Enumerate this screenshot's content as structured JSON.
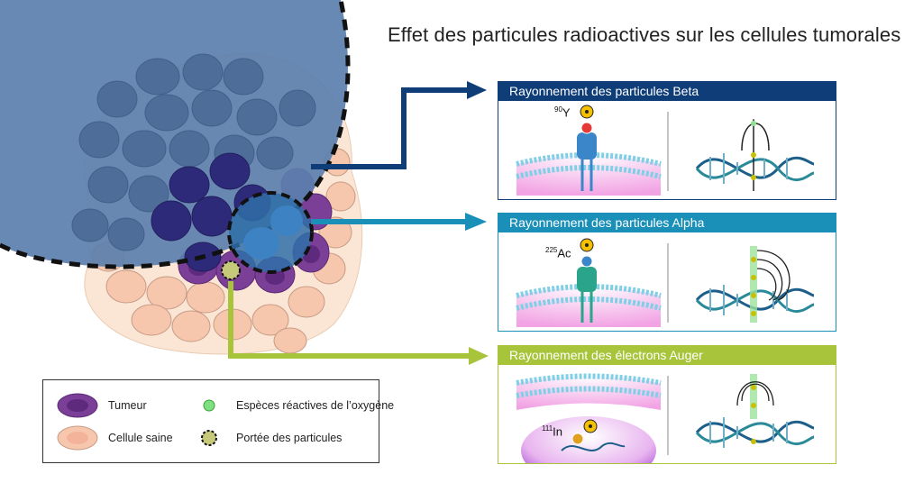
{
  "title": "Effet des particules radioactives sur les cellules tumorales",
  "colors": {
    "beta": "#0f3d78",
    "alpha": "#1a8fb8",
    "auger": "#a8c43a",
    "tumor": "#7b3f97",
    "healthy": "#f6d3c0",
    "zoom": "#5b7fae",
    "membrane": "#f0a0e0"
  },
  "panels": [
    {
      "heading": "Rayonnement des particules Beta",
      "isotope_mass": "90",
      "isotope_symbol": "Y",
      "marker": "radiation-icon"
    },
    {
      "heading": "Rayonnement des particules Alpha",
      "isotope_mass": "225",
      "isotope_symbol": "Ac",
      "marker": "radiation-icon"
    },
    {
      "heading": "Rayonnement des électrons Auger",
      "isotope_mass": "111",
      "isotope_symbol": "In",
      "marker": "radiation-icon"
    }
  ],
  "legend": {
    "items": [
      {
        "label": "Tumeur",
        "icon": "tumor-cell-icon"
      },
      {
        "label": "Espèces réactives de l’oxygène",
        "icon": "ros-dot-icon"
      },
      {
        "label": "Cellule saine",
        "icon": "healthy-cell-icon"
      },
      {
        "label": "Portée des particules",
        "icon": "particle-range-icon"
      }
    ]
  }
}
